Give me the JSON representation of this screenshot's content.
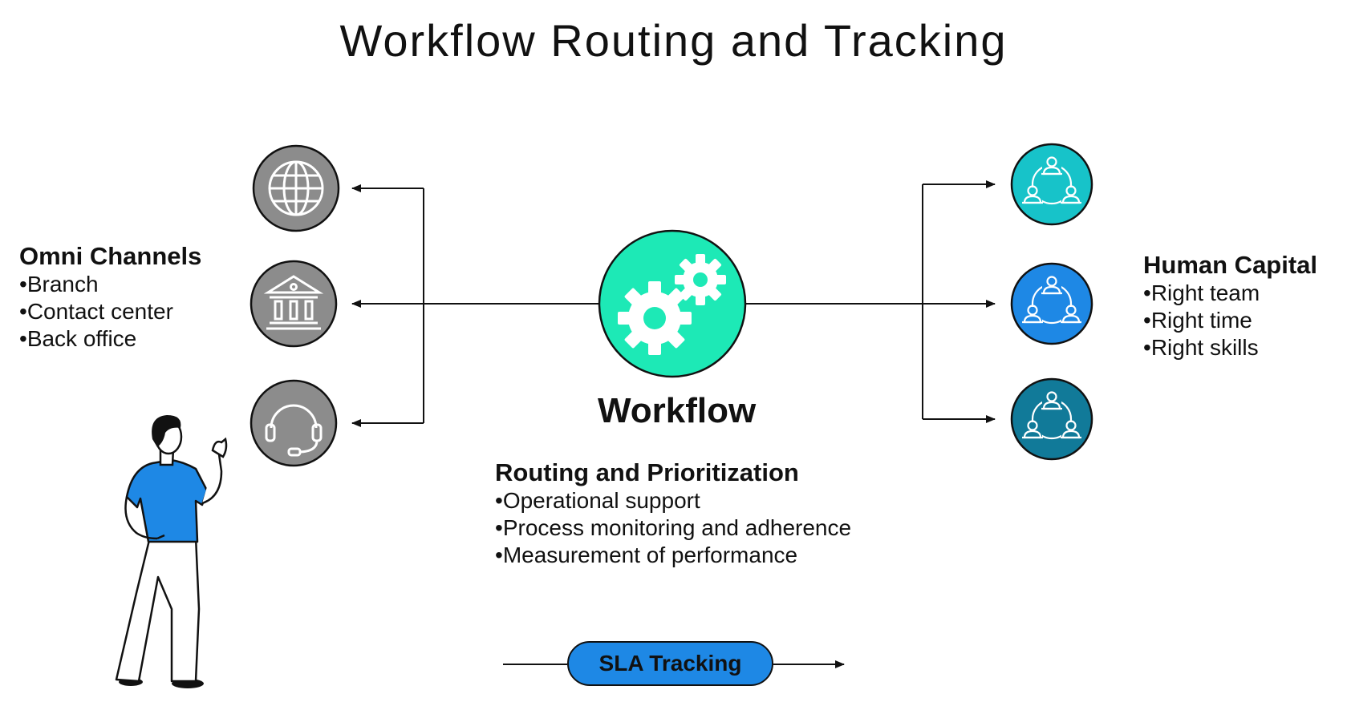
{
  "title": "Workflow Routing and Tracking",
  "omni": {
    "heading": "Omni Channels",
    "items": [
      "Branch",
      "Contact center",
      "Back office"
    ]
  },
  "human": {
    "heading": "Human Capital",
    "items": [
      "Right team",
      "Right time",
      "Right skills"
    ]
  },
  "center": {
    "label": "Workflow",
    "heading": "Routing and Prioritization",
    "items": [
      "Operational support",
      "Process monitoring and adherence",
      "Measurement of performance"
    ]
  },
  "sla_label": "SLA Tracking",
  "colors": {
    "channel_fill": "#8c8c8c",
    "workflow_fill": "#1de9b6",
    "team_top": "#17c3c9",
    "team_mid": "#1e88e5",
    "team_bottom": "#117a99",
    "sla_fill": "#1e88e5"
  },
  "icons": {
    "channels": [
      "globe-icon",
      "bank-icon",
      "headset-icon"
    ],
    "center": "gears-icon",
    "teams": [
      "team-icon",
      "team-icon",
      "team-icon"
    ],
    "person": "person-illustration"
  }
}
